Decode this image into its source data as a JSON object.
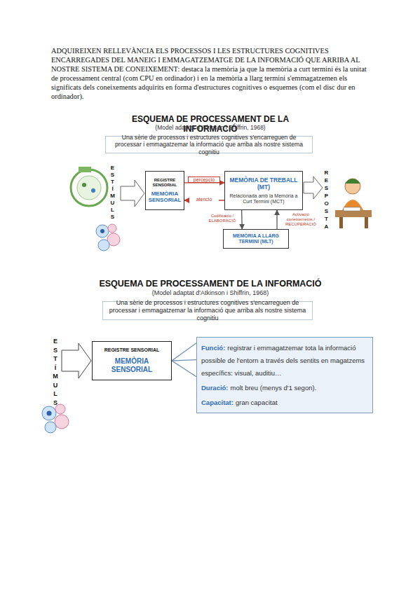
{
  "diagram": {
    "title": "ESQUEMA DE PROCESSAMENT DE LA INFORMACIÓ",
    "nodes": [
      {
        "text": [
          "Una sèrie de processos i estructures cognitives s'encarreguen de processar i emmagatzemar la informació que arriba als nostre sistema cognitiu"
        ]
      },
      {
        "text": [
          "REGISTRE SENSORIAL",
          "MEMÒRIA SENSORIAL"
        ]
      },
      {
        "text": [
          "MEMÒRIA DE TREBALL (MT)",
          "Relacionada amb la Memòria a Curt Termini (MCT)"
        ]
      },
      {
        "text": [
          "MEMÒRIA A LLARG TERMINI (MLT)"
        ]
      },
      {
        "text": [
          "Una sèrie de processos i estructures cognitives s'encarreguen de processar i emmagatzemar la informació que arriba als nostre sistema cognitiu"
        ]
      },
      {
        "text": [
          "REGISTRE SENSORIAL",
          "MEMÒRIA SENSORIAL"
        ]
      },
      {
        "text": [
          "Funció:",
          "registrar i emmagatzemar tota la informació possible de l'entorn a través dels sentits en magatzems específics: visual, auditiu…",
          "Duració:",
          "molt breu (menys d'1 segon).",
          "Capacitat:",
          "gran capacitat"
        ]
      }
    ],
    "edges": [
      {
        "from": 1,
        "to": 2,
        "label": "percepció",
        "arrow": "to"
      },
      {
        "from": 2,
        "to": 1,
        "label": "atenció",
        "arrow": "to"
      },
      {
        "from": 2,
        "to": 3,
        "label": "Codificació / ELABORACIÓ",
        "arrow": "to"
      },
      {
        "from": 3,
        "to": 2,
        "label": "Activació coneixements / RECUPERACIÓ",
        "arrow": "to"
      },
      {
        "from": 5,
        "to": 6,
        "arrow": "none"
      },
      {
        "from": 5,
        "to": 6,
        "arrow": "none"
      },
      {
        "from": 5,
        "to": 6,
        "arrow": "none"
      }
    ],
    "labels": [
      "ADQUIREIXEN RELLEVÀNCIA ELS PROCESSOS I LES ESTRUCTURES COGNITIVES ENCARREGADES DEL MANEIG I EMMAGATZEMATGE DE LA INFORMACIÓ QUE ARRIBA AL NOSTRE SISTEMA DE CONEIXEMENT: destaca la memòria ja que la memòria a curt termini és la unitat de processament central (com CPU en ordinador) i en la memòria a llarg termini s'emmagatzemen els significats dels coneixements adquirits en forma d'estructures cognitives o esquemes (com el disc dur en ordinador).",
      "(Model adaptat d'Atkinson i Shiffrin, 1968)",
      "ESTÍMULS",
      "RESPOSTA",
      "ESQUEMA DE PROCESSAMENT DE LA INFORMACIÓ",
      "(Model adaptat d'Atkinson i Shiffrin, 1968)",
      "ESTÍMULS"
    ]
  }
}
